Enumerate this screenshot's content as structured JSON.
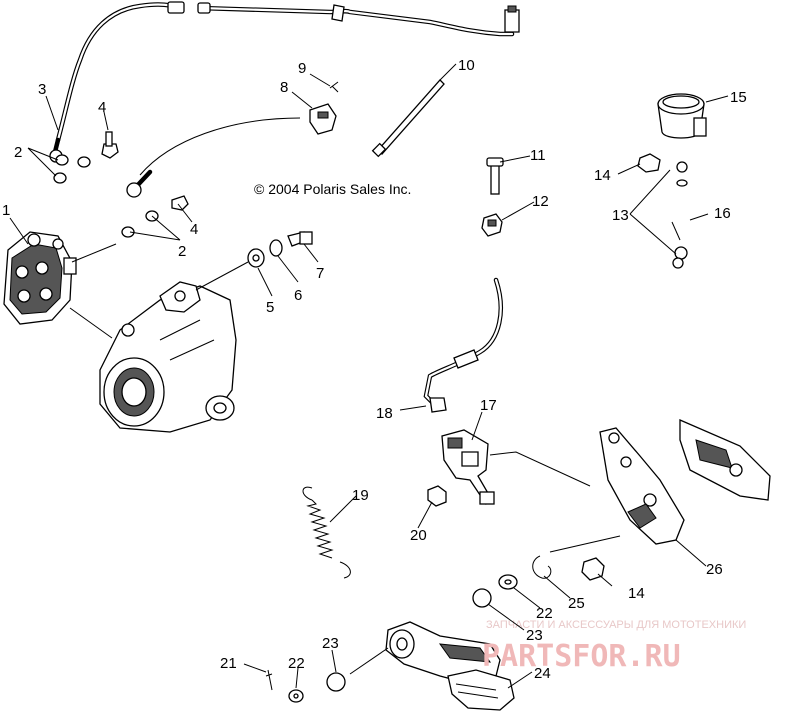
{
  "copyright": "© 2004 Polaris Sales Inc.",
  "watermark": {
    "tagline": "ЗАПЧАСТИ И АКСЕССУАРЫ ДЛЯ МОТОТЕХНИКИ",
    "brand": "PARTSFOR.RU"
  },
  "callouts": {
    "c1": "1",
    "c2a": "2",
    "c2b": "2",
    "c3": "3",
    "c4a": "4",
    "c4b": "4",
    "c5": "5",
    "c6": "6",
    "c7": "7",
    "c8": "8",
    "c9": "9",
    "c10": "10",
    "c11": "11",
    "c12": "12",
    "c13": "13",
    "c14a": "14",
    "c14b": "14",
    "c15": "15",
    "c16": "16",
    "c17": "17",
    "c18": "18",
    "c19": "19",
    "c20": "20",
    "c21": "21",
    "c22a": "22",
    "c22b": "22",
    "c23a": "23",
    "c23b": "23",
    "c24": "24",
    "c25": "25",
    "c26": "26"
  }
}
